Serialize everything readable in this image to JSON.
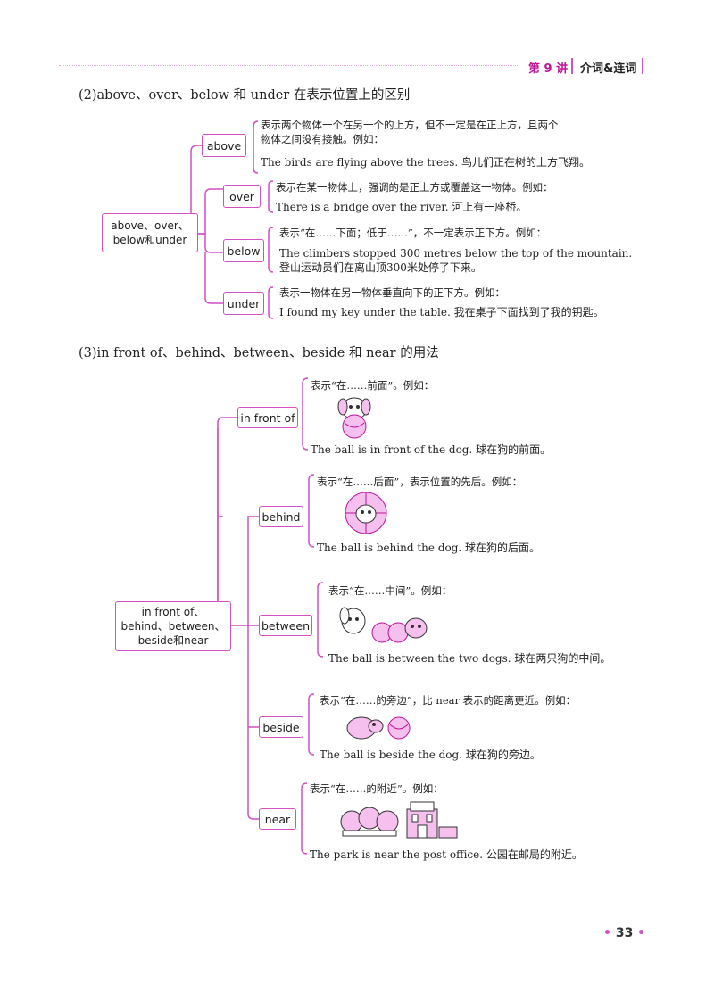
{
  "header": {
    "lesson": "第 9 讲",
    "topic": "介词&连词"
  },
  "section2": {
    "title": "(2)above、over、below 和 under 在表示位置上的区别",
    "root": [
      "above、over、",
      "below和under"
    ],
    "items": [
      {
        "label": "above",
        "note": [
          "表示两个物体一个在另一个的上方，但不一定是在正上方，且两个",
          "物体之间没有接触。例如："
        ],
        "example": [
          "The birds are flying above the trees. 鸟儿们正在树的上方飞翔。"
        ]
      },
      {
        "label": "over",
        "note": [
          "表示在某一物体上，强调的是正上方或覆盖这一物体。例如："
        ],
        "example": [
          "There is a bridge over the river. 河上有一座桥。"
        ]
      },
      {
        "label": "below",
        "note": [
          "表示“在……下面；低于……”，不一定表示正下方。例如："
        ],
        "example": [
          "The climbers stopped 300 metres below the top of the mountain.",
          "登山运动员们在离山顶300米处停了下来。"
        ]
      },
      {
        "label": "under",
        "note": [
          "表示一物体在另一物体垂直向下的正下方。例如："
        ],
        "example": [
          "I found my key under the table. 我在桌子下面找到了我的钥匙。"
        ]
      }
    ]
  },
  "section3": {
    "title": "(3)in front of、behind、between、beside 和 near 的用法",
    "root": [
      "in front of、",
      "behind、between、",
      "beside和near"
    ],
    "items": [
      {
        "label": "in front of",
        "note": "表示“在……前面”。例如：",
        "example": "The ball is in front of the dog. 球在狗的前面。"
      },
      {
        "label": "behind",
        "note": "表示“在……后面”，表示位置的先后。例如：",
        "example": "The ball is behind the dog. 球在狗的后面。"
      },
      {
        "label": "between",
        "note": "表示“在……中间”。例如：",
        "example": "The ball is between the two dogs. 球在两只狗的中间。"
      },
      {
        "label": "beside",
        "note": "表示“在……的旁边”，比 near 表示的距离更近。例如：",
        "example": "The ball is beside the dog. 球在狗的旁边。"
      },
      {
        "label": "near",
        "note": "表示“在……的附近”。例如：",
        "example": "The park is near the post office. 公园在邮局的附近。"
      }
    ]
  },
  "page_number": "33",
  "colors": {
    "accent": "#d24fc4",
    "pink_fill": "#f6c0ee"
  }
}
